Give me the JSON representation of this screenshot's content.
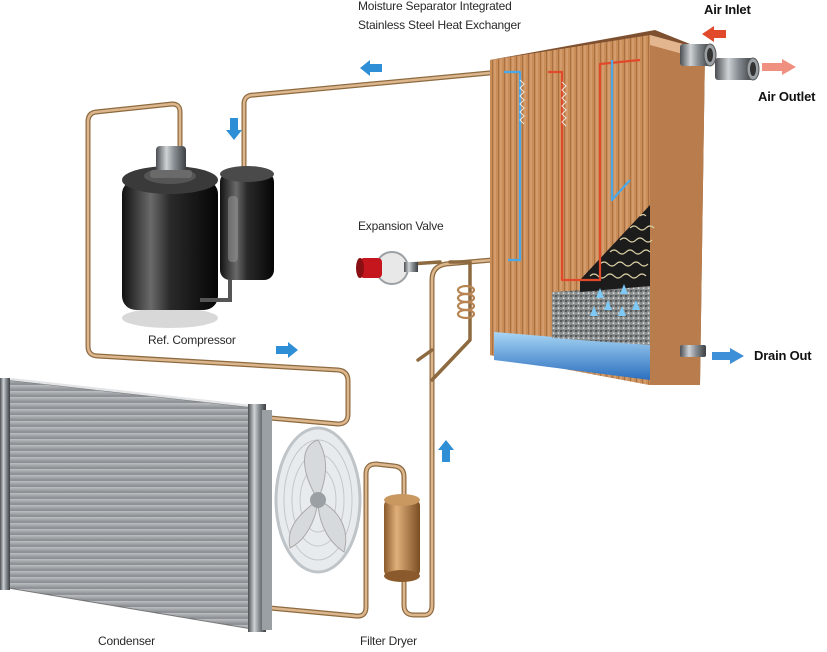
{
  "labels": {
    "heat_exchanger_line1": "Moisture Separator Integrated",
    "heat_exchanger_line2": "Stainless Steel Heat Exchanger",
    "air_inlet": "Air Inlet",
    "air_outlet": "Air Outlet",
    "expansion_valve": "Expansion Valve",
    "compressor": "Ref. Compressor",
    "drain_out": "Drain Out",
    "condenser": "Condenser",
    "filter_dryer": "Filter Dryer"
  },
  "colors": {
    "pipe": "#c9a070",
    "pipe_dark": "#8e6a40",
    "flow_arrow": "#2f8fd6",
    "hot_arrow": "#e0492a",
    "outlet_arrow": "#f09080",
    "exchanger_copper": "#c88a55",
    "water": "#3d8fd8"
  },
  "icons": [
    "flow-arrow-icon",
    "air-inlet-arrow-icon",
    "air-outlet-arrow-icon",
    "drain-arrow-icon"
  ]
}
